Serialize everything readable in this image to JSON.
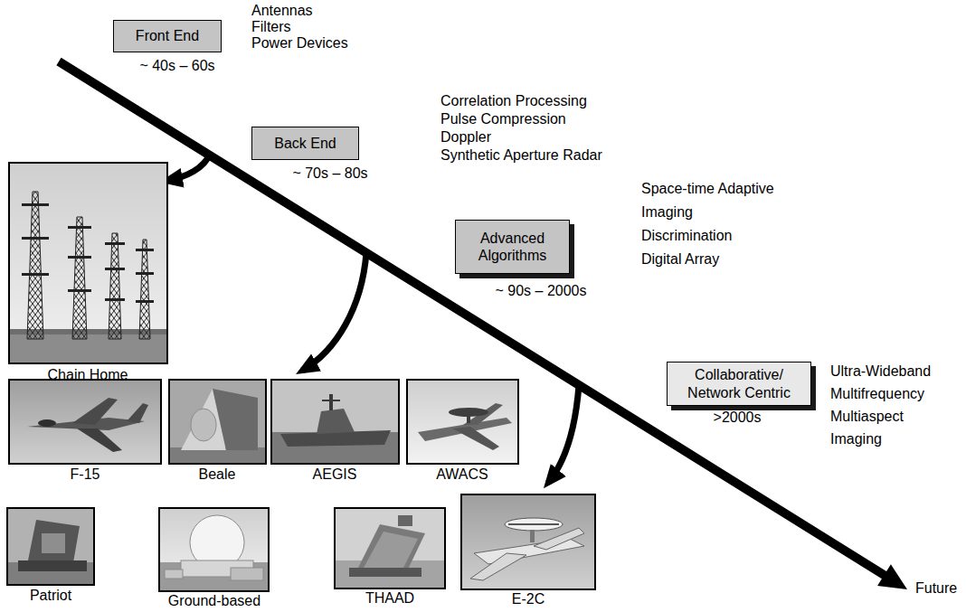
{
  "diagram": {
    "nodes": [
      {
        "text": [
          "Front End"
        ]
      },
      {
        "text": [
          "Back End"
        ]
      },
      {
        "text": [
          "Advanced Algorithms"
        ]
      },
      {
        "text": [
          "Collaborative/ Network Centric"
        ]
      }
    ],
    "labels": [
      "~ 40s – 60s",
      "Antennas",
      "Filters",
      "Power Devices",
      "Correlation Processing",
      "Pulse Compression",
      "Doppler",
      "Synthetic Aperture Radar",
      "~ 70s – 80s",
      "Space-time Adaptive",
      "Imaging",
      "Discrimination",
      "Digital Array",
      "~ 90s – 2000s",
      ">2000s",
      "Ultra-Wideband",
      "Multifrequency",
      "Multiaspect",
      "Imaging",
      "Chain Home",
      "F-15",
      "Beale",
      "AEGIS",
      "AWACS",
      "Patriot",
      "Ground-based",
      "THAAD",
      "E-2C",
      "Future"
    ]
  }
}
